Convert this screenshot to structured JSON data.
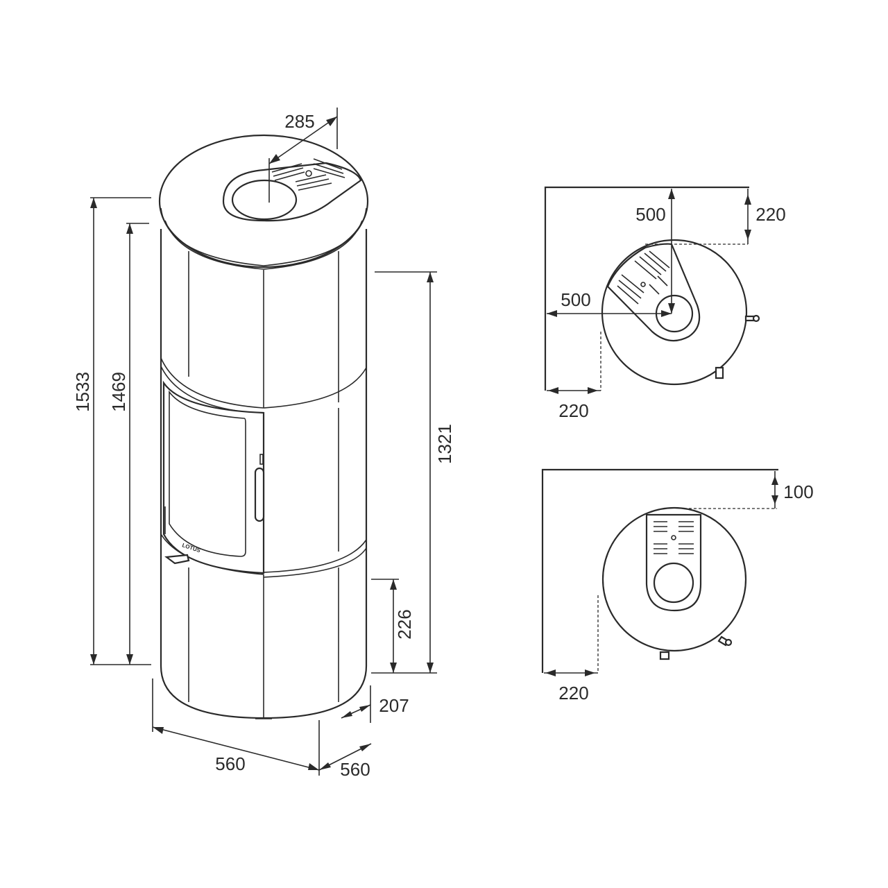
{
  "front_view": {
    "dimensions": {
      "total_height": "1533",
      "body_height": "1469",
      "flue_center_height": "1321",
      "ash_height": "226",
      "top_outlet_offset": "285",
      "side_depth": "207",
      "width": "560",
      "depth": "560"
    },
    "logo": "LOTUS"
  },
  "clearance_rear_outlet": {
    "wall_distance_top": "500",
    "wall_distance_side": "500",
    "side_clearance": "220",
    "rear_clearance": "220"
  },
  "clearance_corner": {
    "rear_clearance": "100",
    "side_clearance": "220"
  }
}
